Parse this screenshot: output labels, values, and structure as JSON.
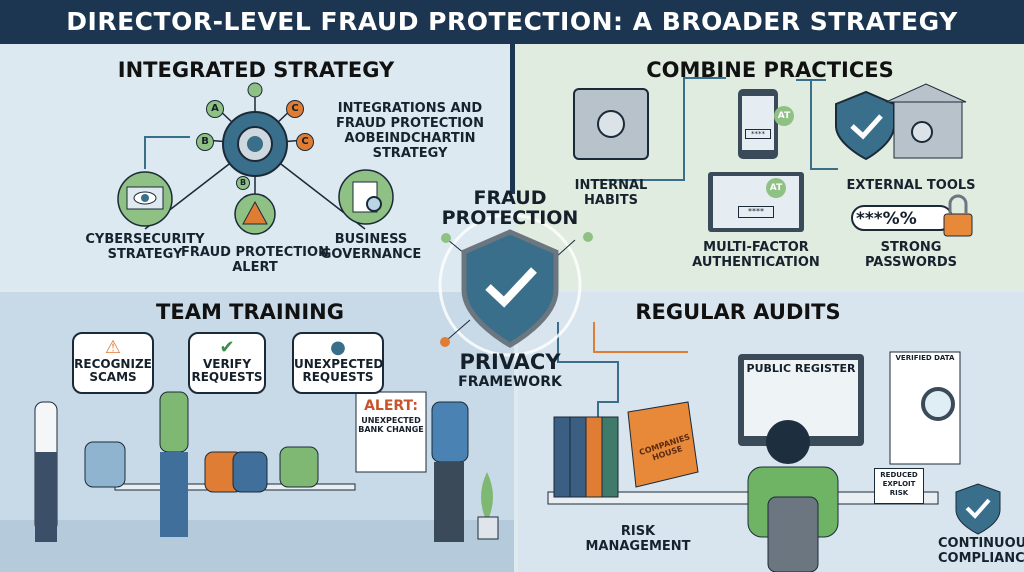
{
  "header": {
    "title": "DIRECTOR-LEVEL FRAUD PROTECTION: A BROADER STRATEGY"
  },
  "center": {
    "top_label": "FRAUD PROTECTION",
    "bottom_label": "PRIVACY",
    "bottom_sub": "FRAMEWORK",
    "icon": "shield-check-icon"
  },
  "integrated": {
    "title": "INTEGRATED STRATEGY",
    "note": "INTEGRATIONS AND FRAUD PROTECTION AOBEINDCHARTIN STRATEGY",
    "nodes": [
      "A",
      "B",
      "C",
      "C",
      "B"
    ],
    "items": [
      {
        "label": "CYBERSECURITY STRATEGY",
        "icon": "laptop-eye-icon"
      },
      {
        "label": "FRAUD PROTECTION ALERT",
        "icon": "warning-icon"
      },
      {
        "label": "BUSINESS GOVERNANCE",
        "icon": "document-magnifier-icon"
      }
    ]
  },
  "practices": {
    "title": "COMBINE PRACTICES",
    "items": [
      {
        "label": "INTERNAL HABITS",
        "icon": "safe-icon"
      },
      {
        "label": "MULTI-FACTOR AUTHENTICATION",
        "icon": "phone-laptop-icon"
      },
      {
        "label": "EXTERNAL TOOLS",
        "icon": "shield-bank-icon"
      },
      {
        "label": "STRONG PASSWORDS",
        "icon": "padlock-icon"
      }
    ],
    "badge": "AT",
    "mask": "****",
    "password": "***%%"
  },
  "training": {
    "title": "TEAM TRAINING",
    "bubbles": [
      {
        "label": "RECOGNIZE SCAMS",
        "icon": "warning-icon"
      },
      {
        "label": "VERIFY REQUESTS",
        "icon": "check-circle-icon"
      },
      {
        "label": "UNEXPECTED REQUESTS",
        "icon": "person-icon"
      }
    ],
    "flipchart": {
      "alert": "ALERT:",
      "text": "UNEXPECTED BANK CHANGE"
    }
  },
  "audits": {
    "title": "REGULAR AUDITS",
    "screen": "PUBLIC REGISTER",
    "clipboard": "VERIFIED DATA",
    "folder": "COMPANIES HOUSE",
    "note": "REDUCED EXPLOIT RISK",
    "labels": [
      "RISK MANAGEMENT",
      "CONTINUOUS COMPLIANCE"
    ]
  },
  "colors": {
    "navy": "#1c3550",
    "teal": "#3a6f8c",
    "green": "#6ea867",
    "orange": "#e07d35"
  }
}
